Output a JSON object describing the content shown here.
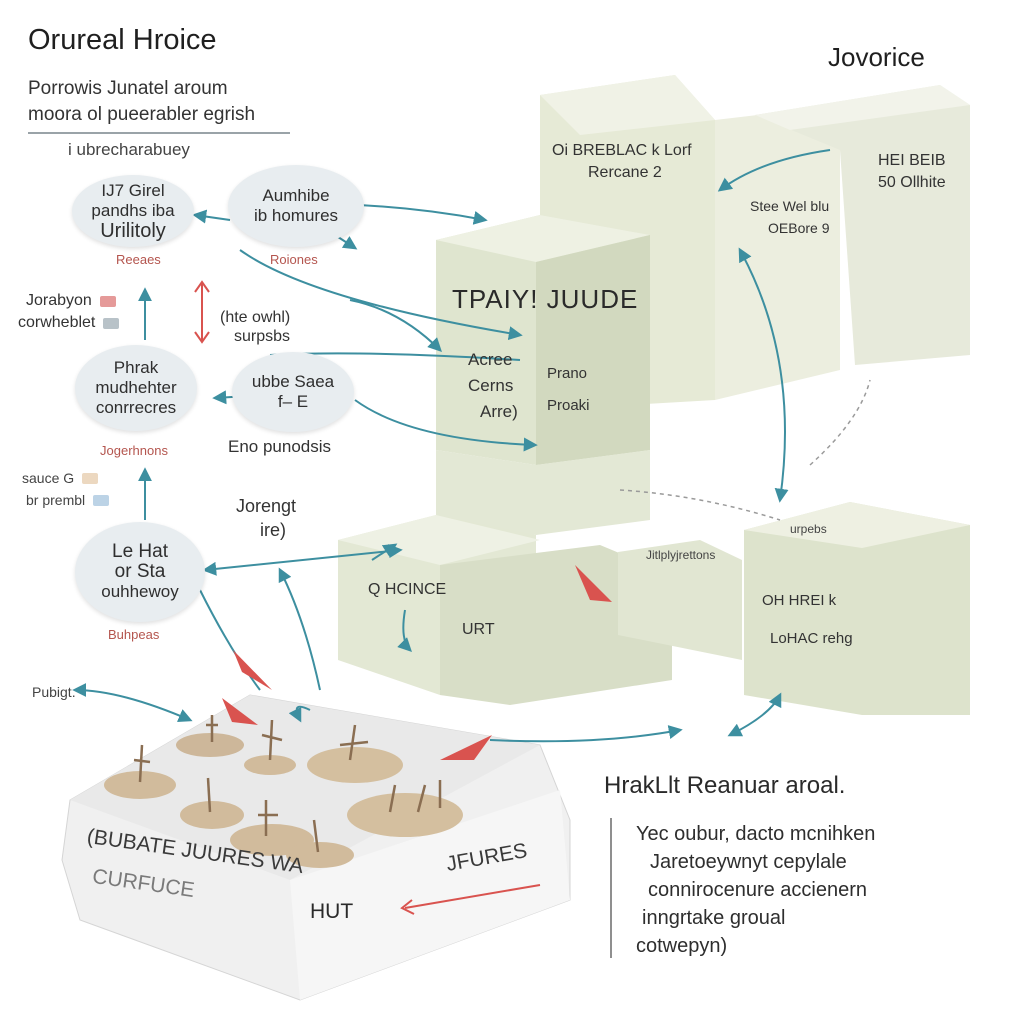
{
  "header": {
    "title": "Orureal Hroice",
    "subtitle_lines": [
      "Porrowis Junatel aroum",
      "moora ol pueerabler egrish"
    ],
    "section_label": "i ubrecharabuey",
    "corner_label": "Jovorice"
  },
  "bubbles": [
    {
      "lines": [
        "IJ7 Girel",
        "pandhs iba",
        "Urilitoly"
      ],
      "caption": "Reeaes"
    },
    {
      "lines": [
        "Aumhibe",
        "ib homures"
      ],
      "caption": "Roiones"
    },
    {
      "lines": [
        "Phrak",
        "mudhehter",
        "conrrecres"
      ],
      "caption": "Jogerhnons"
    },
    {
      "lines": [
        "ubbe Saea",
        "f– E"
      ],
      "caption": "Eno punodsis"
    },
    {
      "lines": [
        "Le Hat",
        "or Sta",
        "ouhhewoy"
      ],
      "caption": "Buhpeas"
    }
  ],
  "legend1": [
    {
      "label": "Jorabyon",
      "color": "#e59a99"
    },
    {
      "label": "corwheblet",
      "color": "#b8c2c8"
    }
  ],
  "legend2": [
    {
      "label": "sauce G",
      "color": "#ecd8c0"
    },
    {
      "label": "br prembl",
      "color": "#bcd3e6"
    }
  ],
  "mid_labels": {
    "center_note": [
      "(hte owhl)",
      "surpsbs"
    ],
    "jorengt": [
      "Jorengt",
      "ire)"
    ],
    "side_small": "Pubigt."
  },
  "boxes": {
    "back_left": [
      "Oi BREBLAC k Lorf",
      "Rercane 2"
    ],
    "back_mid": [
      "Stee Wel blu",
      "OEBore 9"
    ],
    "back_right": [
      "HEI BEIB",
      "50 Ollhite"
    ],
    "center_title": "TPAIY! JUUDE",
    "center_left": [
      "Acree",
      "Cerns",
      "Arre)"
    ],
    "center_right": [
      "Prano",
      "Proaki"
    ],
    "lower_label": [
      "Q HCINCE",
      "URT"
    ],
    "right_top_small": "urpebs",
    "right_box": [
      "OH HREI k",
      "LoHAC rehg"
    ],
    "slab_small": "Jitlplyjrettons"
  },
  "base": {
    "front_left": "(BUBATE JUURES WA",
    "front_left_2": "CURFUCE",
    "front_mid": "HUT",
    "front_right": "JFURES"
  },
  "notes": {
    "heading": "HrakLlt Reanuar aroal.",
    "lines": [
      "Yec oubur, dacto mcnihken",
      "Jaretoeywnyt cepylale",
      "connirocenure accienern",
      "inngrtake groual",
      "cotwepyn)"
    ]
  },
  "colors": {
    "arrow_teal": "#3d8fa0",
    "arrow_red": "#d9534f",
    "box_face": "#e9ecdc",
    "box_side": "#d5dbc4"
  }
}
